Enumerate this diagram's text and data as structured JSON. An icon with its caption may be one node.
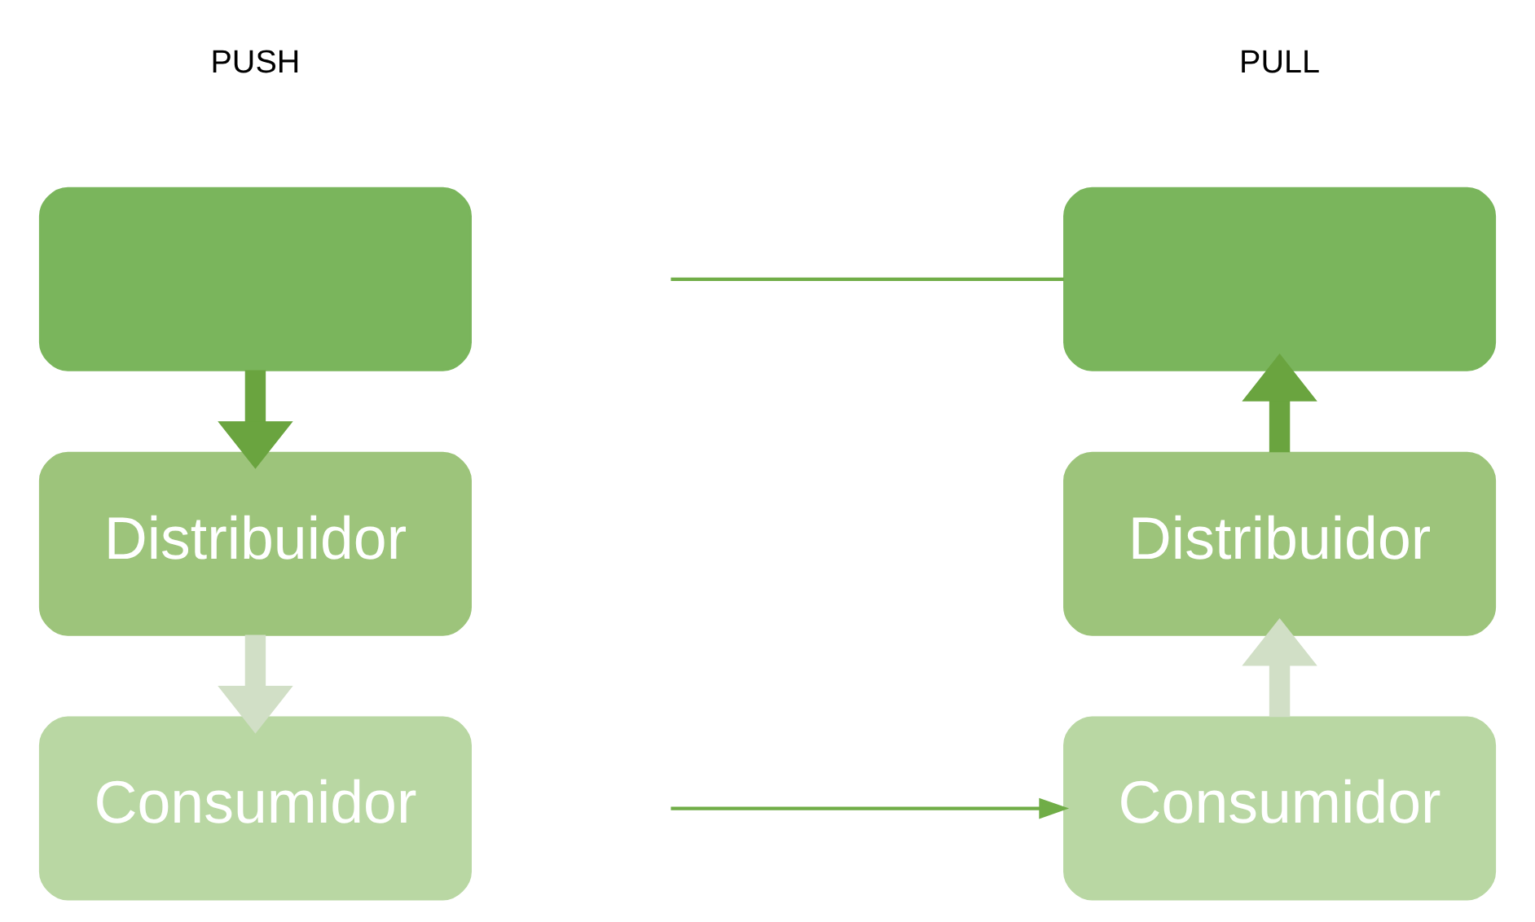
{
  "diagram": {
    "nodes": [
      {
        "text": [],
        "shape": "box"
      },
      {
        "text": [
          "Distribuidor"
        ]
      },
      {
        "text": [
          "Consumidor"
        ]
      },
      {
        "text": [],
        "shape": "box"
      },
      {
        "text": [
          "Distribuidor"
        ]
      },
      {
        "text": [
          "Consumidor"
        ]
      }
    ],
    "edges": [
      {
        "from": 0,
        "to": 1,
        "arrow": "to",
        "color": "#6aa43f"
      },
      {
        "from": 1,
        "to": 2,
        "arrow": "to",
        "color": "#d1dfc6"
      },
      {
        "from": 5,
        "to": 4,
        "arrow": "to",
        "color": "#d1dfc6"
      },
      {
        "from": 4,
        "to": 3,
        "arrow": "to",
        "color": "#6aa43f"
      },
      {
        "from": null,
        "to": 3,
        "arrow": "none",
        "color": "#70ad47"
      },
      {
        "from": null,
        "to": 5,
        "arrow": "to",
        "color": "#70ad47"
      }
    ],
    "labels": [
      "PUSH",
      "PULL"
    ]
  }
}
